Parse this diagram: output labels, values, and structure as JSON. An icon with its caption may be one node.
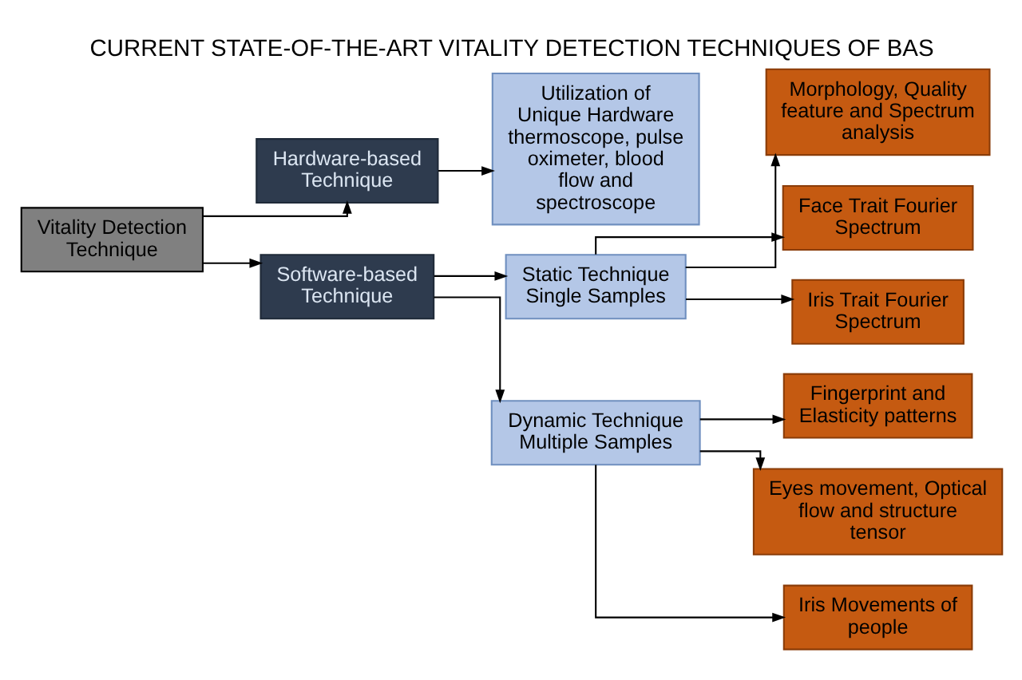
{
  "diagram": {
    "title": "CURRENT STATE-OF-THE-ART VITALITY DETECTION TECHNIQUES OF BAS",
    "nodes": [
      {
        "text": [
          "Vitality Detection Technique"
        ]
      },
      {
        "text": [
          "Hardware-based Technique"
        ]
      },
      {
        "text": [
          "Software-based Technique"
        ]
      },
      {
        "text": [
          "Utilization of Unique Hardware thermoscope, pulse oximeter, blood flow and spectroscope"
        ]
      },
      {
        "text": [
          "Static Technique Single Samples"
        ]
      },
      {
        "text": [
          "Dynamic Technique Multiple Samples"
        ]
      },
      {
        "text": [
          "Morphology, Quality feature and Spectrum analysis"
        ]
      },
      {
        "text": [
          "Face Trait Fourier Spectrum"
        ]
      },
      {
        "text": [
          "Iris Trait Fourier Spectrum"
        ]
      },
      {
        "text": [
          "Fingerprint and Elasticity patterns"
        ]
      },
      {
        "text": [
          "Eyes movement, Optical flow and structure tensor"
        ]
      },
      {
        "text": [
          "Iris Movements of people"
        ]
      }
    ],
    "edges": [
      {
        "from": 0,
        "to": 1,
        "arrow": "to"
      },
      {
        "from": 0,
        "to": 2,
        "arrow": "to"
      },
      {
        "from": 1,
        "to": 3,
        "arrow": "to"
      },
      {
        "from": 2,
        "to": 4,
        "arrow": "to"
      },
      {
        "from": 2,
        "to": 5,
        "arrow": "to"
      },
      {
        "from": 4,
        "to": 6,
        "arrow": "to"
      },
      {
        "from": 4,
        "to": 7,
        "arrow": "to"
      },
      {
        "from": 4,
        "to": 8,
        "arrow": "to"
      },
      {
        "from": 5,
        "to": 9,
        "arrow": "to"
      },
      {
        "from": 5,
        "to": 10,
        "arrow": "to"
      },
      {
        "from": 5,
        "to": 11,
        "arrow": "to"
      }
    ]
  }
}
